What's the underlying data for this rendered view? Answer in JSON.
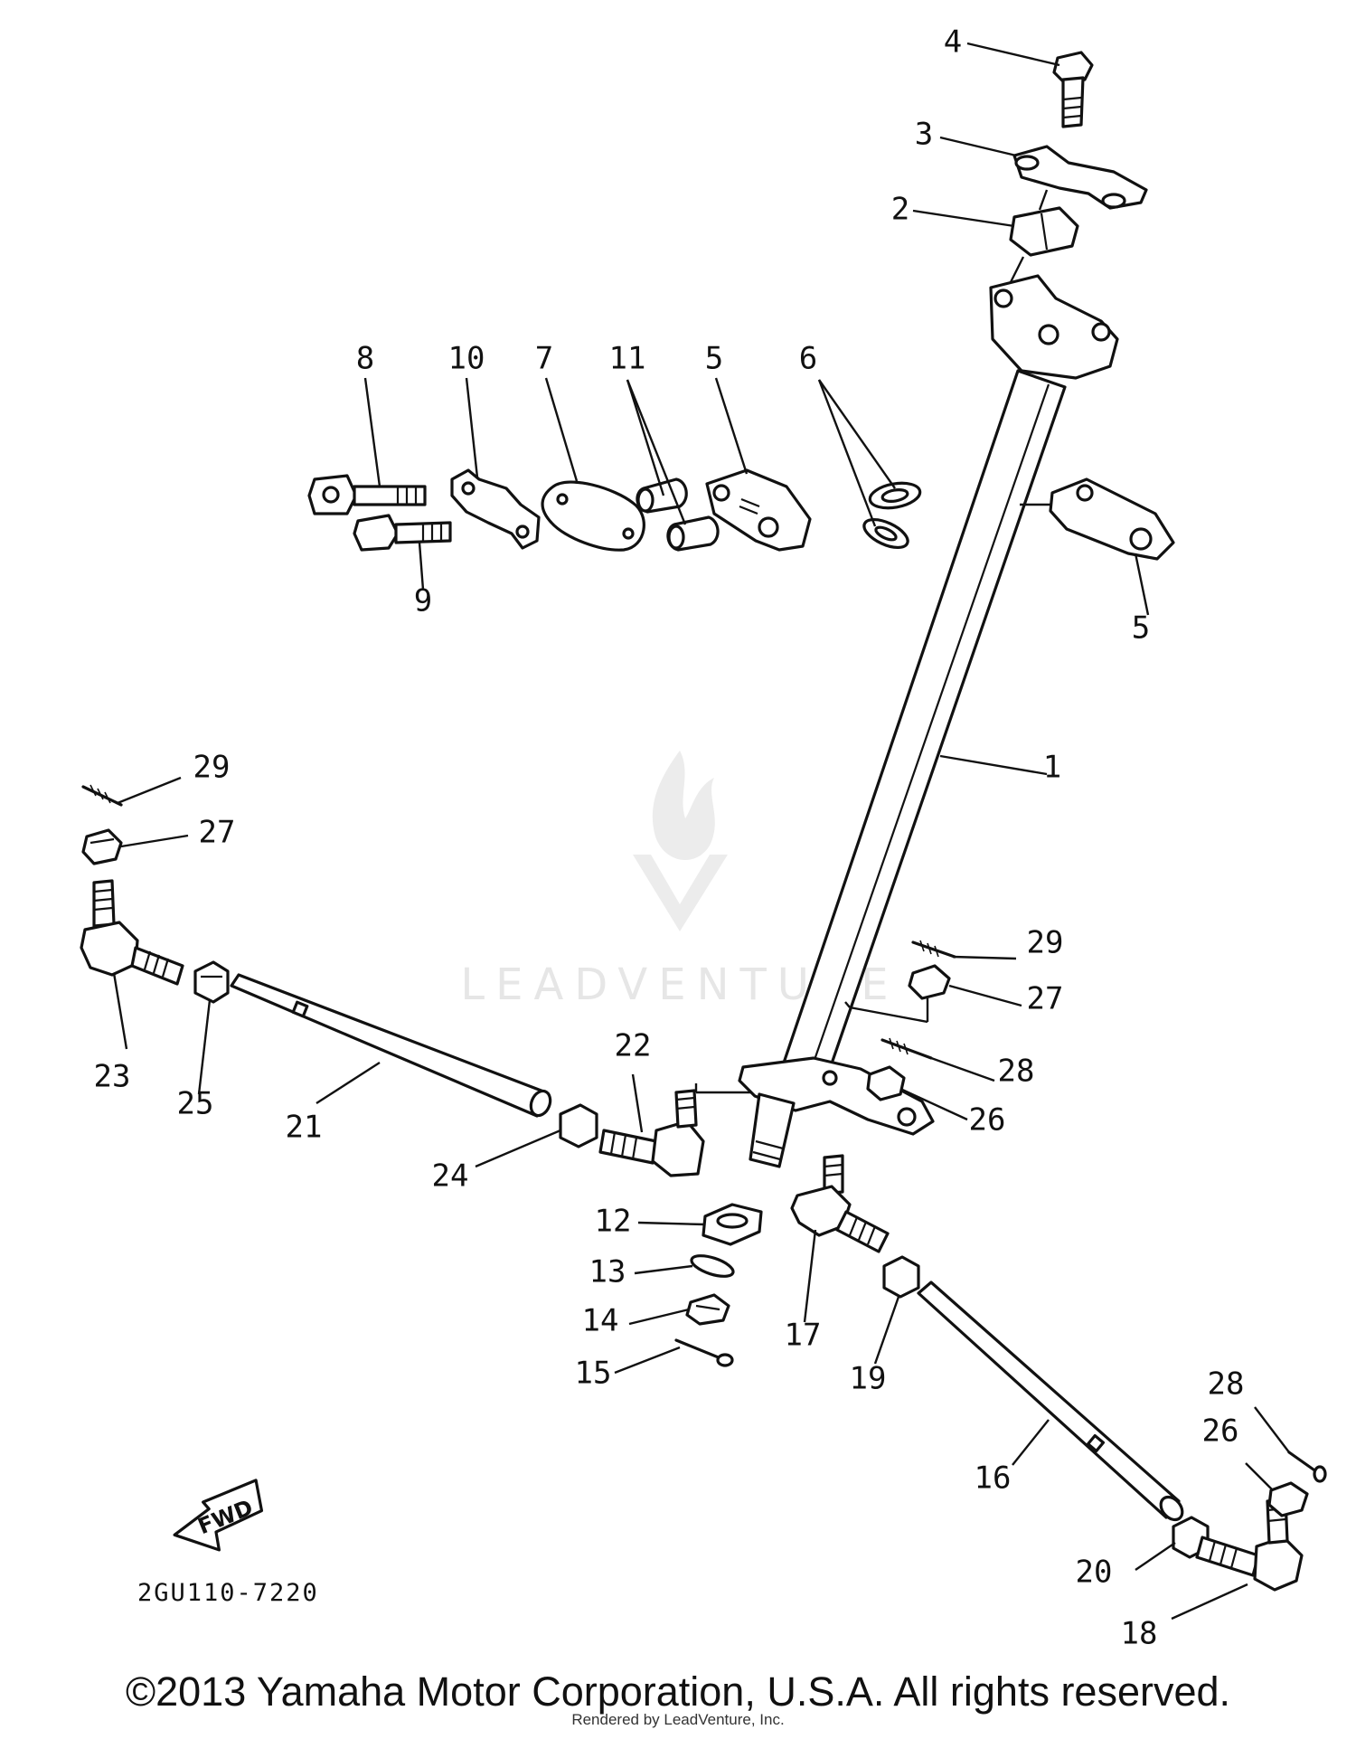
{
  "diagram": {
    "code": "2GU110-7220",
    "fwd_label": "FWD",
    "watermark": "LEADVENTURE",
    "copyright": "©2013 Yamaha Motor Corporation, U.S.A. All rights reserved.",
    "rendered_by": "Rendered by LeadVenture, Inc."
  },
  "callouts": [
    {
      "id": "c4",
      "text": "4"
    },
    {
      "id": "c3",
      "text": "3"
    },
    {
      "id": "c2",
      "text": "2"
    },
    {
      "id": "c8",
      "text": "8"
    },
    {
      "id": "c10",
      "text": "10"
    },
    {
      "id": "c7",
      "text": "7"
    },
    {
      "id": "c11",
      "text": "11"
    },
    {
      "id": "c5a",
      "text": "5"
    },
    {
      "id": "c6",
      "text": "6"
    },
    {
      "id": "c9",
      "text": "9"
    },
    {
      "id": "c5b",
      "text": "5"
    },
    {
      "id": "c1",
      "text": "1"
    },
    {
      "id": "c29a",
      "text": "29"
    },
    {
      "id": "c27a",
      "text": "27"
    },
    {
      "id": "c29b",
      "text": "29"
    },
    {
      "id": "c27b",
      "text": "27"
    },
    {
      "id": "c23",
      "text": "23"
    },
    {
      "id": "c25",
      "text": "25"
    },
    {
      "id": "c21",
      "text": "21"
    },
    {
      "id": "c22",
      "text": "22"
    },
    {
      "id": "c28a",
      "text": "28"
    },
    {
      "id": "c26a",
      "text": "26"
    },
    {
      "id": "c24",
      "text": "24"
    },
    {
      "id": "c12",
      "text": "12"
    },
    {
      "id": "c13",
      "text": "13"
    },
    {
      "id": "c14",
      "text": "14"
    },
    {
      "id": "c15",
      "text": "15"
    },
    {
      "id": "c17",
      "text": "17"
    },
    {
      "id": "c19",
      "text": "19"
    },
    {
      "id": "c16",
      "text": "16"
    },
    {
      "id": "c28b",
      "text": "28"
    },
    {
      "id": "c26b",
      "text": "26"
    },
    {
      "id": "c20",
      "text": "20"
    },
    {
      "id": "c18",
      "text": "18"
    }
  ]
}
